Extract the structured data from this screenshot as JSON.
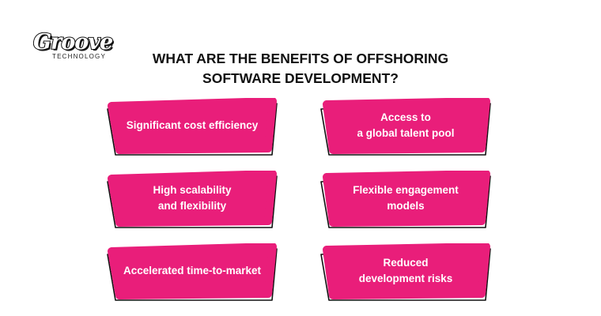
{
  "logo": {
    "word": "Groove",
    "sub": "TECHNOLOGY"
  },
  "title": "WHAT ARE THE BENEFITS OF OFFSHORING\nSOFTWARE DEVELOPMENT?",
  "colors": {
    "card": "#e91e7a",
    "outline": "#111111"
  },
  "benefits": [
    {
      "label": "Significant cost efficiency"
    },
    {
      "label": "Access to\na global talent pool"
    },
    {
      "label": "High scalability\nand flexibility"
    },
    {
      "label": "Flexible engagement\nmodels"
    },
    {
      "label": "Accelerated time-to-market"
    },
    {
      "label": "Reduced\ndevelopment risks"
    }
  ]
}
